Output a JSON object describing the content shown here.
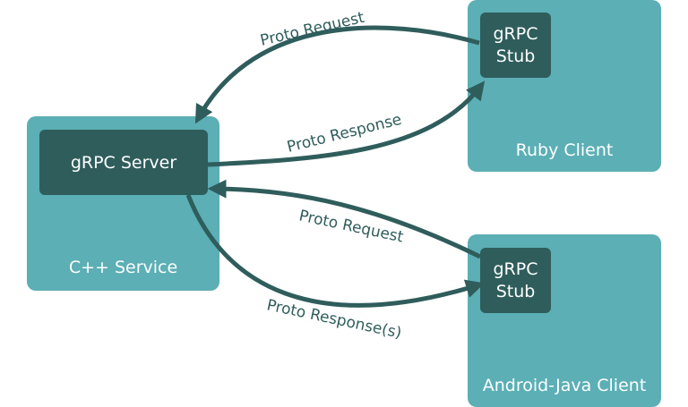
{
  "colors": {
    "outer_box": "#5bafb5",
    "inner_box": "#2f5d5c",
    "arrow": "#2f5d5c",
    "text_light": "#ffffff",
    "text_dark": "#2f5d5c"
  },
  "nodes": {
    "cpp_service": {
      "label": "C++ Service",
      "inner_label": "gRPC Server"
    },
    "ruby_client": {
      "label": "Ruby Client",
      "stub_line1": "gRPC",
      "stub_line2": "Stub"
    },
    "android_client": {
      "label": "Android-Java Client",
      "stub_line1": "gRPC",
      "stub_line2": "Stub"
    }
  },
  "edges": [
    {
      "id": "ruby-request",
      "label": "Proto Request",
      "from": "ruby_client",
      "to": "cpp_service"
    },
    {
      "id": "ruby-response",
      "label": "Proto Response",
      "from": "cpp_service",
      "to": "ruby_client"
    },
    {
      "id": "android-request",
      "label": "Proto Request",
      "from": "android_client",
      "to": "cpp_service"
    },
    {
      "id": "android-response",
      "label": "Proto Response(s)",
      "from": "cpp_service",
      "to": "android_client"
    }
  ]
}
